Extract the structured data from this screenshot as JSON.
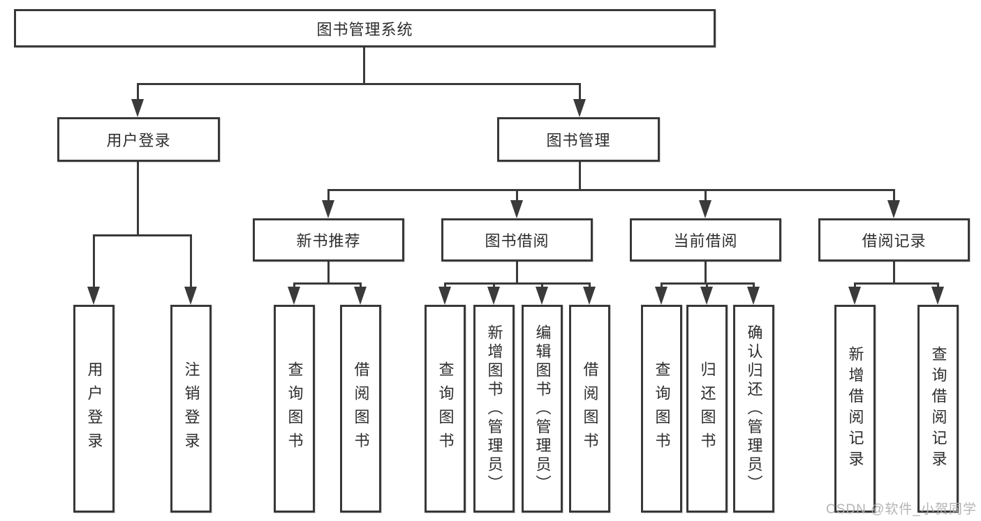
{
  "colors": {
    "line": "#3a3a3a",
    "text": "#2d2d2d",
    "box_background": "#ffffff",
    "watermark": "#b0b0b0"
  },
  "watermark": "CSDN @软件_小贺同学",
  "tree": {
    "label": "图书管理系统",
    "children": [
      {
        "label": "用户登录",
        "children": [
          {
            "label": "用户登录"
          },
          {
            "label": "注销登录"
          }
        ]
      },
      {
        "label": "图书管理",
        "children": [
          {
            "label": "新书推荐",
            "children": [
              {
                "label": "查询图书"
              },
              {
                "label": "借阅图书"
              }
            ]
          },
          {
            "label": "图书借阅",
            "children": [
              {
                "label": "查询图书"
              },
              {
                "label": "新增图书（管理员）"
              },
              {
                "label": "编辑图书（管理员）"
              },
              {
                "label": "借阅图书"
              }
            ]
          },
          {
            "label": "当前借阅",
            "children": [
              {
                "label": "查询图书"
              },
              {
                "label": "归还图书"
              },
              {
                "label": "确认归还（管理员）"
              }
            ]
          },
          {
            "label": "借阅记录",
            "children": [
              {
                "label": "新增借阅记录"
              },
              {
                "label": "查询借阅记录"
              }
            ]
          }
        ]
      }
    ]
  }
}
